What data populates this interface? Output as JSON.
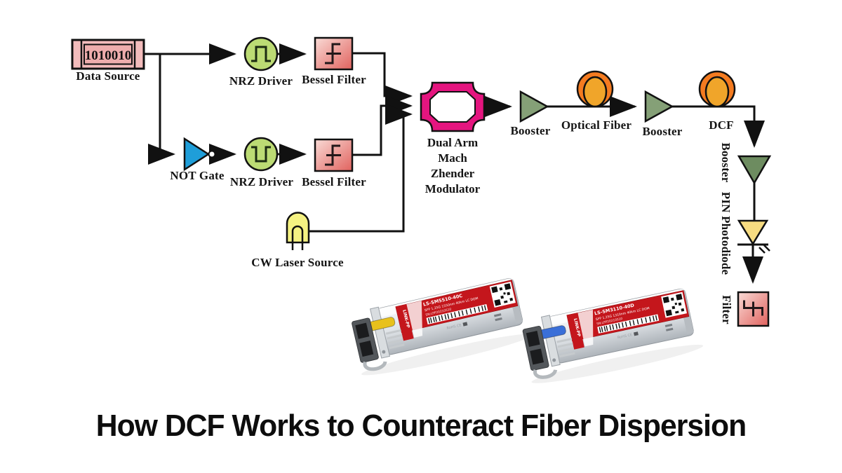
{
  "title": "How DCF Works to Counteract Fiber Dispersion",
  "diagram": {
    "blocks": {
      "data_source": {
        "label": "Data Source",
        "value": "1010010"
      },
      "nrz_driver_top": {
        "label": "NRZ Driver"
      },
      "bessel_filter_top": {
        "label": "Bessel Filter"
      },
      "not_gate": {
        "label": "NOT Gate"
      },
      "nrz_driver_bottom": {
        "label": "NRZ Driver"
      },
      "bessel_filter_bottom": {
        "label": "Bessel Filter"
      },
      "cw_laser": {
        "label": "CW Laser Source"
      },
      "modulator": {
        "label_lines": [
          "Dual Arm",
          "Mach",
          "Zhender",
          "Modulator"
        ]
      },
      "booster1": {
        "label": "Booster"
      },
      "optical_fiber": {
        "label": "Optical Fiber"
      },
      "booster2": {
        "label": "Booster"
      },
      "dcf": {
        "label": "DCF"
      },
      "booster3": {
        "label": "Booster"
      },
      "pin_photodiode": {
        "label": "PIN Photodiode"
      },
      "filter": {
        "label": "Filter"
      }
    },
    "colors": {
      "wire": "#111111",
      "box_pink": "#f3bcbc",
      "box_pink_inner": "#eeadad",
      "bessel_light": "#f9dbd6",
      "bessel_dark": "#e1625e",
      "nrz_green": "#bcdb74",
      "not_blue": "#1f9ed9",
      "modulator_magenta": "#e4157f",
      "booster_green": "#85a077",
      "booster_green_dark": "#6d8c60",
      "spool_orange": "#f47b20",
      "spool_amber": "#f0a52a",
      "laser_yellow": "#f5f282",
      "photodiode_yellow": "#f7dc81",
      "label_red": "#c4161c",
      "latch_yellow": "#e8c11c",
      "latch_blue": "#3a6fd8"
    }
  },
  "transceivers": [
    {
      "model": "LS-SM5510-40C",
      "spec": "SFP 1.25G 1550nm 40km LC DOM",
      "serial": "SN:LPP20210510",
      "brand": "LINK-PP",
      "marks": "RoHS  CE"
    },
    {
      "model": "LS-SM3110-40D",
      "spec": "SFP 1.25G 1310nm 40km LC DOM",
      "serial": "SN:LPP20210510",
      "brand": "LINK-PP",
      "marks": "RoHS  CE"
    }
  ]
}
